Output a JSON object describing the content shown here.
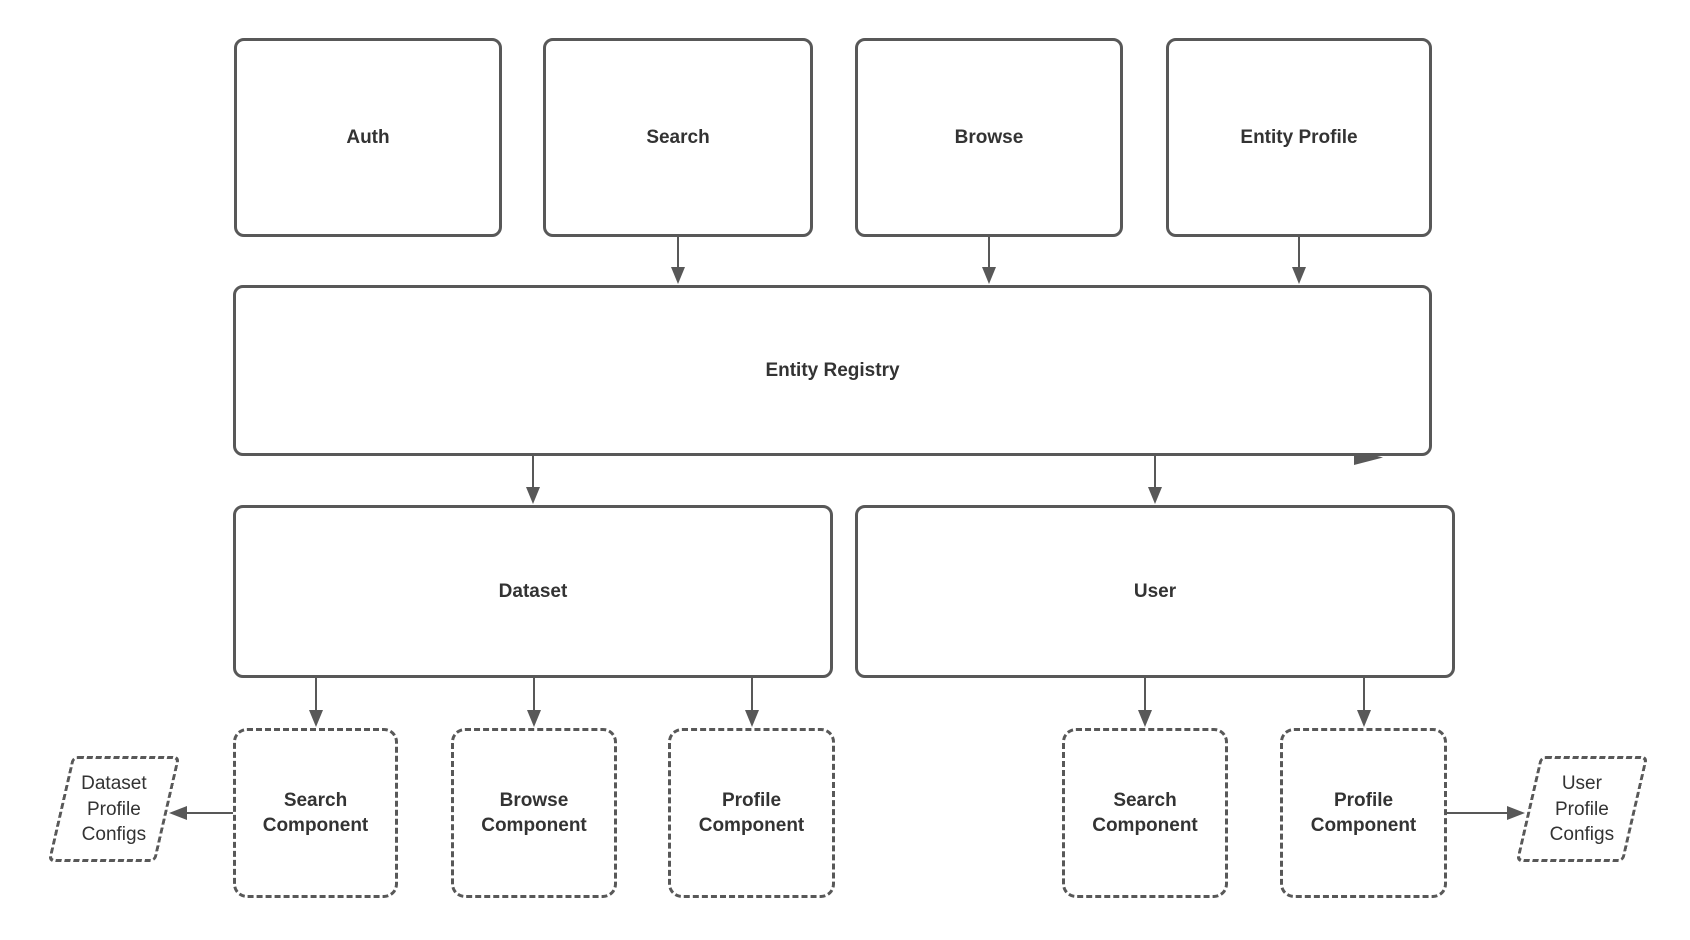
{
  "diagram": {
    "background": "#ffffff",
    "stroke_color": "#585858",
    "text_color": "#333333",
    "nodes": {
      "auth": {
        "label": "Auth",
        "shape": "solid-rounded-rect"
      },
      "search": {
        "label": "Search",
        "shape": "solid-rounded-rect"
      },
      "browse": {
        "label": "Browse",
        "shape": "solid-rounded-rect"
      },
      "entity_profile": {
        "label": "Entity Profile",
        "shape": "solid-rounded-rect"
      },
      "entity_registry": {
        "label": "Entity Registry",
        "shape": "solid-rounded-rect"
      },
      "dataset": {
        "label": "Dataset",
        "shape": "solid-rounded-rect"
      },
      "user": {
        "label": "User",
        "shape": "solid-rounded-rect"
      },
      "dataset_search_component": {
        "label": "Search Component",
        "shape": "dashed-rounded-rect"
      },
      "dataset_browse_component": {
        "label": "Browse Component",
        "shape": "dashed-rounded-rect"
      },
      "dataset_profile_component": {
        "label": "Profile Component",
        "shape": "dashed-rounded-rect"
      },
      "user_search_component": {
        "label": "Search Component",
        "shape": "dashed-rounded-rect"
      },
      "user_profile_component": {
        "label": "Profile Component",
        "shape": "dashed-rounded-rect"
      },
      "dataset_profile_configs": {
        "label": "Dataset Profile Configs",
        "shape": "dashed-parallelogram"
      },
      "user_profile_configs": {
        "label": "User Profile Configs",
        "shape": "dashed-parallelogram"
      }
    },
    "edges": [
      "Search → Entity Registry",
      "Browse → Entity Registry",
      "Entity Profile → Entity Registry",
      "Entity Registry → Dataset",
      "Entity Registry → User",
      "Entity Registry → right (arrowhead on bottom edge)",
      "Dataset → Search Component",
      "Dataset → Browse Component",
      "Dataset → Profile Component",
      "User → Search Component",
      "User → Profile Component",
      "Search Component → Dataset Profile Configs",
      "Profile Component → User Profile Configs"
    ]
  }
}
